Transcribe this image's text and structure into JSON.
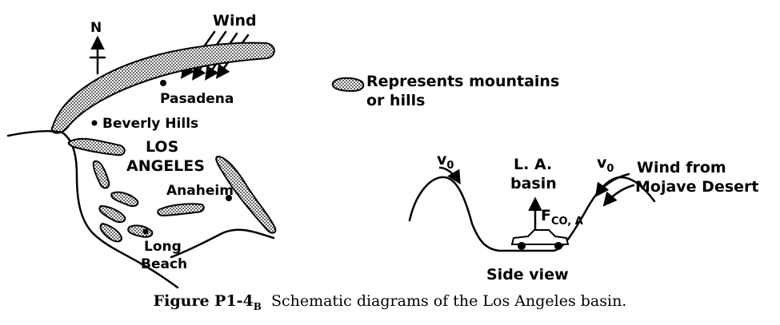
{
  "map": {
    "north": "N",
    "wind": "Wind",
    "places": {
      "pasadena": "Pasadena",
      "beverly_hills": "Beverly Hills",
      "los": "LOS",
      "angeles": "ANGELES",
      "anaheim": "Anaheim",
      "long": "Long",
      "beach": "Beach"
    }
  },
  "legend": {
    "line1": "Represents mountains",
    "line2": "or hills"
  },
  "side_view": {
    "v_left": "v",
    "v_left_sub": "0",
    "v_right": "v",
    "v_right_sub": "0",
    "basin_line1": "L. A.",
    "basin_line2": "basin",
    "force": "F",
    "force_sub": "CO, A",
    "wind_line1": "Wind from",
    "wind_line2": "Mojave Desert",
    "title": "Side view"
  },
  "caption": {
    "figure_id": "Figure P1-4",
    "figure_id_sub": "B",
    "text": "Schematic diagrams of the Los Angeles basin."
  }
}
